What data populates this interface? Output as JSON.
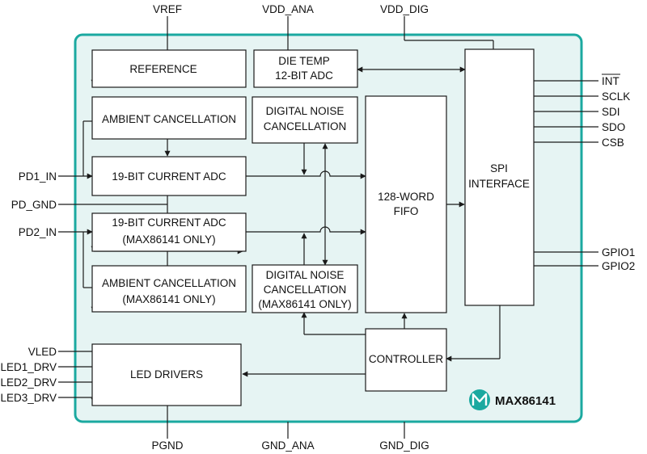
{
  "colors": {
    "border": "#1ba9a0",
    "chip_fill": "#e6f4f3",
    "line": "#1a1a1a",
    "logo": "#1ba9a0"
  },
  "top_pins": [
    "VREF",
    "VDD_ANA",
    "VDD_DIG"
  ],
  "bottom_pins": [
    "PGND",
    "GND_ANA",
    "GND_DIG"
  ],
  "left_pins": [
    "PD1_IN",
    "PD_GND",
    "PD2_IN",
    "VLED",
    "LED1_DRV",
    "LED2_DRV",
    "LED3_DRV"
  ],
  "right_pins": [
    "INT",
    "SCLK",
    "SDI",
    "SDO",
    "CSB",
    "GPIO1",
    "GPIO2"
  ],
  "blocks": {
    "reference": [
      "REFERENCE"
    ],
    "die_temp": [
      "DIE TEMP",
      "12-BIT ADC"
    ],
    "spi": [
      "SPI",
      "INTERFACE"
    ],
    "ambient1": [
      "AMBIENT CANCELLATION"
    ],
    "dnc1": [
      "DIGITAL NOISE",
      "CANCELLATION"
    ],
    "fifo": [
      "128-WORD",
      "FIFO"
    ],
    "adc1": [
      "19-BIT CURRENT ADC"
    ],
    "adc2": [
      "19-BIT CURRENT ADC",
      "(MAX86141 ONLY)"
    ],
    "ambient2": [
      "AMBIENT CANCELLATION",
      "(MAX86141 ONLY)"
    ],
    "dnc2": [
      "DIGITAL NOISE",
      "CANCELLATION",
      "(MAX86141 ONLY)"
    ],
    "controller": [
      "CONTROLLER"
    ],
    "led_drivers": [
      "LED DRIVERS"
    ]
  },
  "brand": {
    "logo_icon": "maxim-logo-icon",
    "part_number": "MAX86141"
  }
}
